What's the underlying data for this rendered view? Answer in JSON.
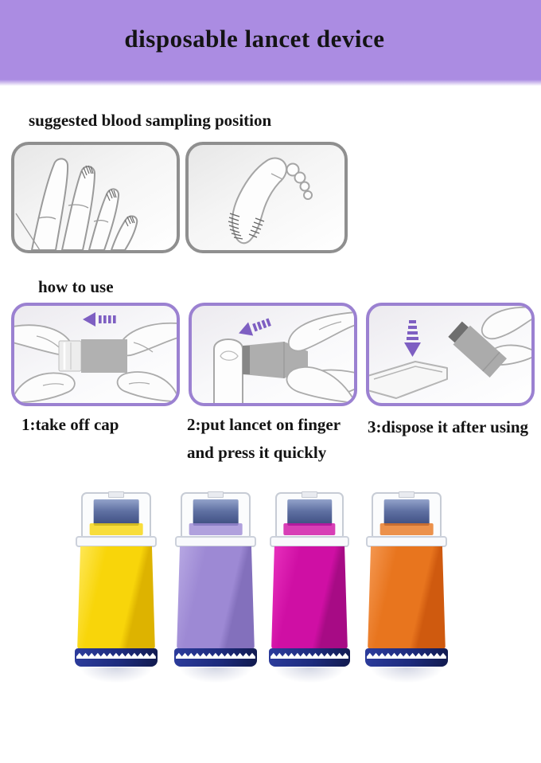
{
  "header": {
    "title": "disposable lancet device"
  },
  "sampling": {
    "heading": "suggested blood sampling position",
    "panels": [
      {
        "icon": "hand-fingertips-illustration"
      },
      {
        "icon": "foot-sole-illustration"
      }
    ]
  },
  "usage": {
    "heading": "how to use",
    "steps": [
      {
        "line1": "1:take off cap",
        "line2": "",
        "icon": "remove-cap-illustration",
        "arrow_icon": "arrow-left-icon"
      },
      {
        "line1": "2:put lancet on finger",
        "line2": "and press it quickly",
        "icon": "lancet-on-finger-illustration",
        "arrow_icon": "arrow-left-icon"
      },
      {
        "line1": "3:dispose it after using",
        "line2": "",
        "icon": "dispose-lancet-illustration",
        "arrow_icon": "arrow-down-icon"
      }
    ]
  },
  "products": {
    "devices": [
      {
        "name": "yellow-lancet-device",
        "body_color": "#f8d50a",
        "body_light": "#ffe95e",
        "body_dark": "#ddb300"
      },
      {
        "name": "purple-lancet-device",
        "body_color": "#9d89d4",
        "body_light": "#b9aae4",
        "body_dark": "#8370bc"
      },
      {
        "name": "magenta-lancet-device",
        "body_color": "#cf0fa4",
        "body_light": "#ea32bf",
        "body_dark": "#a70b85"
      },
      {
        "name": "orange-lancet-device",
        "body_color": "#e8751e",
        "body_light": "#f59a55",
        "body_dark": "#cf5a0f"
      }
    ],
    "cap_foam_color": "#5f70a2",
    "base_color": "#1d2b7d"
  },
  "colors": {
    "header_bg": "#ab8ce2",
    "panel_border_gray": "#8f8f8f",
    "panel_border_purple": "#9b81d1",
    "arrow_purple": "#7e5fc2",
    "text": "#141414"
  }
}
